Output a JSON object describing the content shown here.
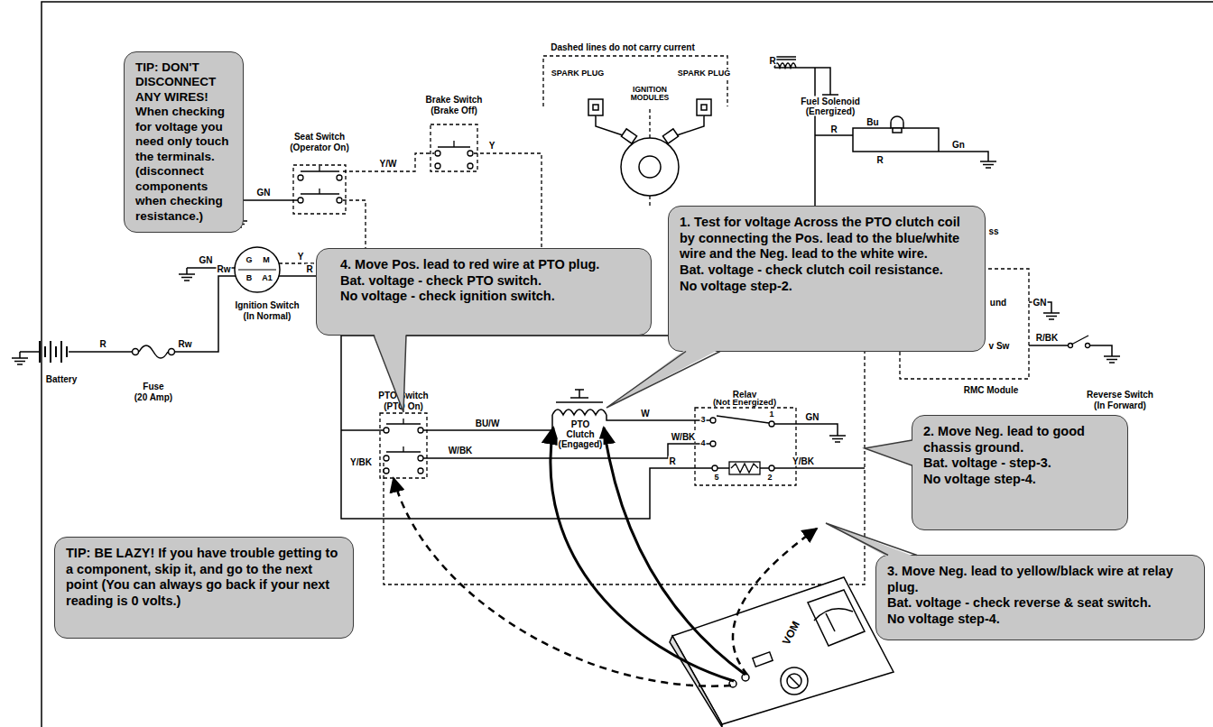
{
  "diagram": {
    "nodes": [
      {
        "text": [
          "TIP: DON'T DISCONNECT ANY WIRES! When checking for voltage you need only touch the terminals. (disconnect components when checking resistance.)"
        ]
      },
      {
        "text": [
          "1. Test for voltage Across the PTO clutch coil by connecting the Pos. lead to the blue/white wire and the Neg. lead to the white wire.",
          "Bat. voltage - check clutch coil resistance.",
          "No voltage step-2."
        ]
      },
      {
        "text": [
          "4. Move Pos. lead to red wire at PTO plug.",
          "Bat. voltage - check PTO switch.",
          "No voltage - check ignition switch."
        ]
      },
      {
        "text": [
          "2. Move Neg. lead to good chassis ground.",
          "Bat. voltage - step-3.",
          "No voltage step-4."
        ]
      },
      {
        "text": [
          "TIP: BE LAZY! If you have trouble getting to a component, skip it, and go to the next point (You can always go back if your next reading is 0 volts.)"
        ]
      },
      {
        "text": [
          "3. Move Neg. lead to yellow/black wire at relay plug.",
          "Bat. voltage - check reverse & seat switch.",
          "No voltage step-4."
        ]
      }
    ],
    "labels": [
      "Dashed lines do not carry current",
      "Brake Switch",
      "(Brake Off)",
      "Y/W",
      "Y",
      "Seat Switch",
      "(Operator On)",
      "GN",
      "SPARK PLUG",
      "SPARK PLUG",
      "IGNITION MODULES",
      "R",
      "Fuel Solenoid",
      "(Energized)",
      "R",
      "Bu",
      "R",
      "Gn",
      "ss",
      "und",
      "GN",
      "v Sw",
      "R/BK",
      "RMC Module",
      "Reverse Switch",
      "(In Forward)",
      "GN",
      "G",
      "M",
      "B",
      "A1",
      "Y",
      "Rw",
      "R",
      "Ignition Switch",
      "(In Normal)",
      "Battery",
      "R",
      "Fuse",
      "(20 Amp)",
      "Rw",
      "PTO Switch",
      "(PTO On)",
      "BU/W",
      "Y/BK",
      "W/BK",
      "PTO",
      "Clutch",
      "(Engaged)",
      "W",
      "Relay",
      "(Not Energized)",
      "3",
      "1",
      "GN",
      "4",
      "W/BK",
      "5",
      "2",
      "R",
      "Y/BK",
      "VOM"
    ]
  }
}
